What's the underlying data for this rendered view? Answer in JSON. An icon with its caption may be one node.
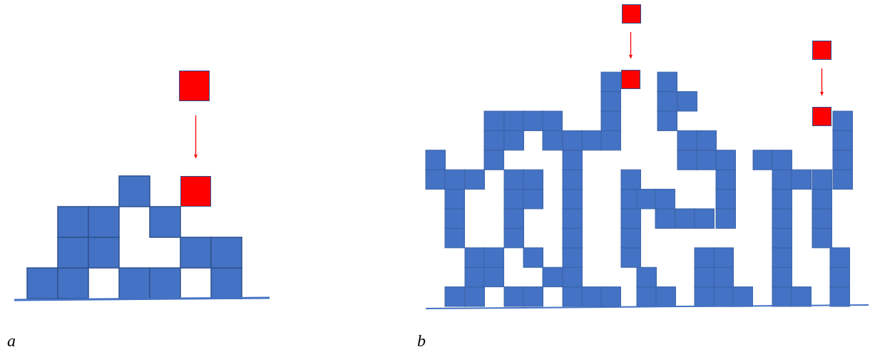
{
  "diagram": {
    "nodes": [
      {
        "text": [],
        "shape": "box"
      },
      {
        "text": [],
        "shape": "box"
      },
      {
        "text": [],
        "shape": "box"
      },
      {
        "text": [],
        "shape": "box"
      },
      {
        "text": [],
        "shape": "box"
      },
      {
        "text": [],
        "shape": "box"
      }
    ],
    "edges": [
      {
        "from": 0,
        "to": 1,
        "arrow": "to"
      },
      {
        "from": 2,
        "to": 3,
        "arrow": "to"
      },
      {
        "from": 4,
        "to": 5,
        "arrow": "to"
      }
    ],
    "labels": [
      "a",
      "b"
    ]
  }
}
